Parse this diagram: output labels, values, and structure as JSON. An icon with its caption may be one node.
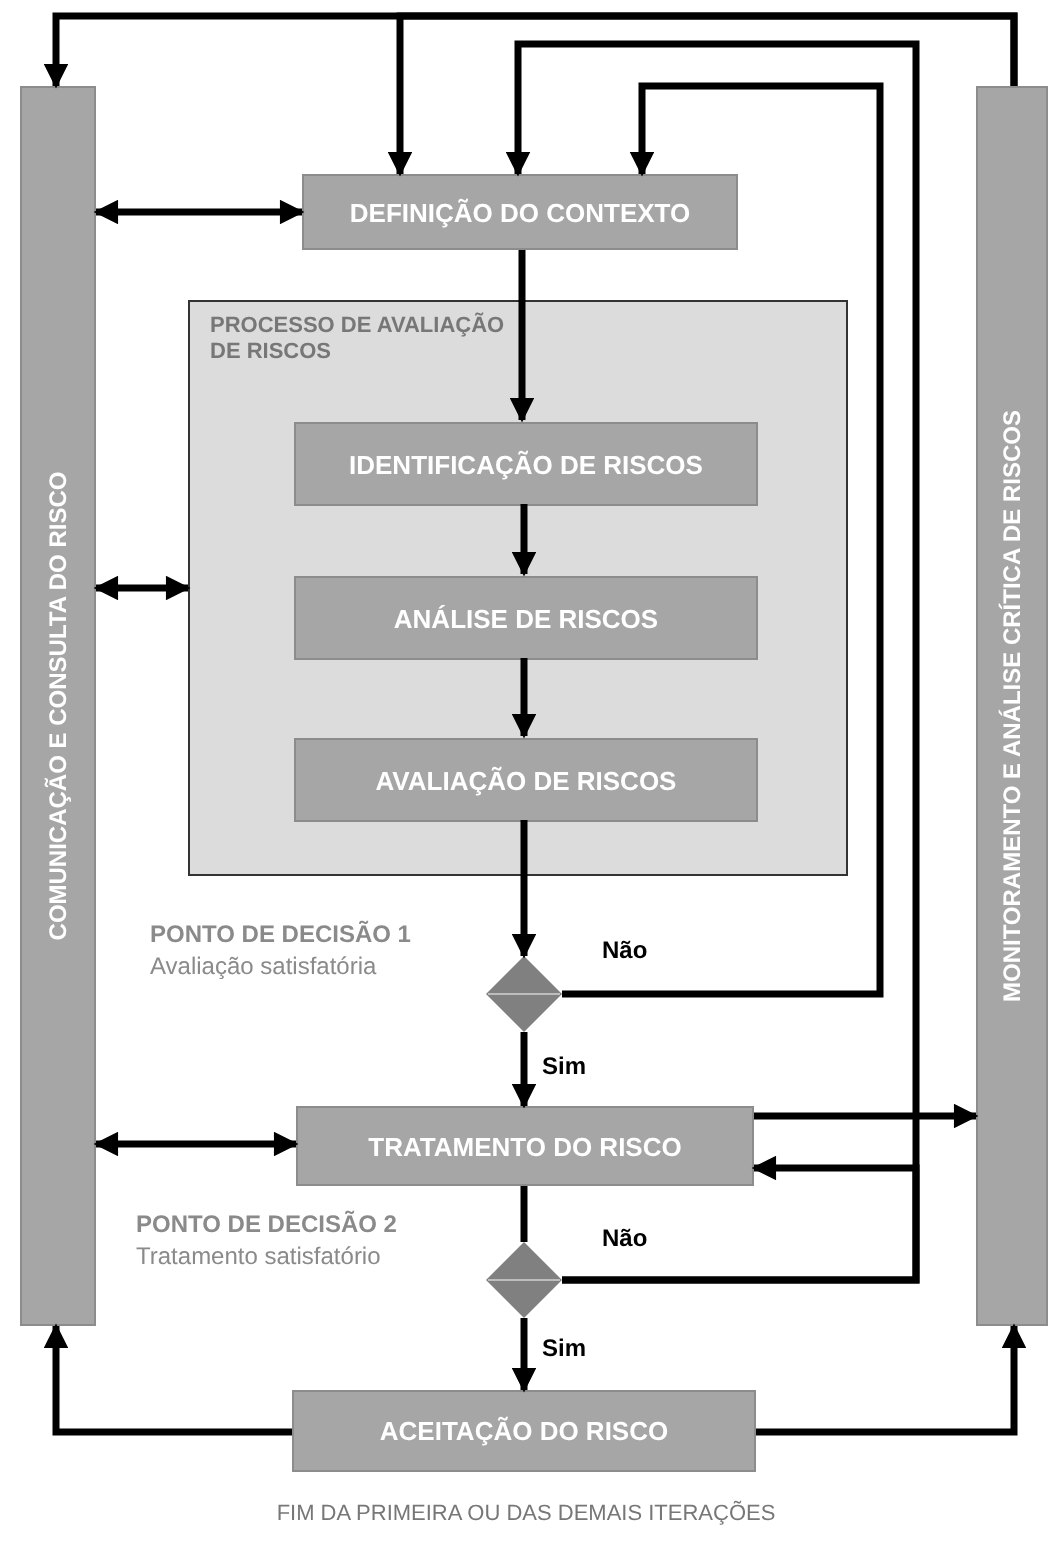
{
  "diagram": {
    "caption": "FIM DA PRIMEIRA OU DAS DEMAIS ITERAÇÕES",
    "nodes": [
      {
        "text": [
          "COMUNICAÇÃO E CONSULTA DO RISCO"
        ]
      },
      {
        "text": [
          "MONITORAMENTO E ANÁLISE CRÍTICA DE RISCOS"
        ]
      },
      {
        "text": [
          "DEFINIÇÃO DO CONTEXTO"
        ]
      },
      {
        "text": [
          "PROCESSO DE AVALIAÇÃO DE RISCOS"
        ]
      },
      {
        "text": [
          "IDENTIFICAÇÃO DE RISCOS"
        ],
        "in": 3
      },
      {
        "text": [
          "ANÁLISE DE RISCOS"
        ],
        "in": 3
      },
      {
        "text": [
          "AVALIAÇÃO DE RISCOS"
        ],
        "in": 3
      },
      {
        "text": [],
        "shape": "diamond",
        "beside": [
          "PONTO DE DECISÃO 1",
          "Avaliação satisfatória"
        ]
      },
      {
        "text": [
          "TRATAMENTO DO RISCO"
        ]
      },
      {
        "text": [],
        "shape": "diamond",
        "beside": [
          "PONTO DE DECISÃO 2",
          "Tratamento satisfatório"
        ]
      },
      {
        "text": [
          "ACEITAÇÃO DO RISCO"
        ]
      }
    ],
    "edges": [
      {
        "from": 1,
        "to": 0,
        "arrow": "to"
      },
      {
        "from": 1,
        "to": 2,
        "arrow": "to"
      },
      {
        "from": 0,
        "to": 2,
        "arrow": "both"
      },
      {
        "from": 0,
        "to": 3,
        "arrow": "both"
      },
      {
        "from": 0,
        "to": 8,
        "arrow": "both"
      },
      {
        "from": 2,
        "to": 4,
        "arrow": "to"
      },
      {
        "from": 4,
        "to": 5,
        "arrow": "to"
      },
      {
        "from": 5,
        "to": 6,
        "arrow": "to"
      },
      {
        "from": 6,
        "to": 7,
        "arrow": "to"
      },
      {
        "from": 7,
        "to": 8,
        "arrow": "to",
        "label": "Sim"
      },
      {
        "from": 7,
        "to": 2,
        "arrow": "to",
        "label": "Não"
      },
      {
        "from": 8,
        "to": 9,
        "arrow": "none"
      },
      {
        "from": 9,
        "to": 10,
        "arrow": "to",
        "label": "Sim"
      },
      {
        "from": 9,
        "to": 2,
        "arrow": "to",
        "label": "Não"
      },
      {
        "from": 9,
        "to": 8,
        "arrow": "to"
      },
      {
        "from": 8,
        "to": 1,
        "arrow": "to"
      },
      {
        "from": 10,
        "to": 0,
        "arrow": "to"
      },
      {
        "from": 10,
        "to": 1,
        "arrow": "to"
      }
    ]
  }
}
